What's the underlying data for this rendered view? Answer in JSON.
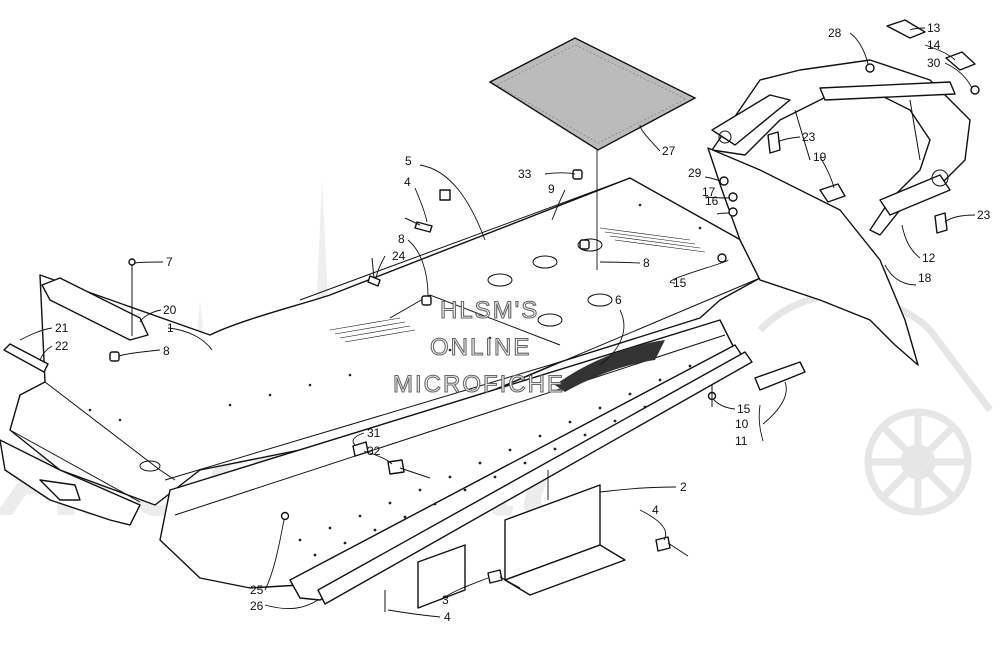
{
  "watermark": {
    "line1": "HLSM'S",
    "line2": "ONLINE",
    "line3": "MICROFICHE",
    "logo": "Arctic Cat"
  },
  "callouts": [
    {
      "id": "c1",
      "text": "1"
    },
    {
      "id": "c2",
      "text": "2"
    },
    {
      "id": "c3",
      "text": "3"
    },
    {
      "id": "c4a",
      "text": "4"
    },
    {
      "id": "c4b",
      "text": "4"
    },
    {
      "id": "c4c",
      "text": "4"
    },
    {
      "id": "c5",
      "text": "5"
    },
    {
      "id": "c6",
      "text": "6"
    },
    {
      "id": "c7",
      "text": "7"
    },
    {
      "id": "c8a",
      "text": "8"
    },
    {
      "id": "c8b",
      "text": "8"
    },
    {
      "id": "c8c",
      "text": "8"
    },
    {
      "id": "c9",
      "text": "9"
    },
    {
      "id": "c10",
      "text": "10"
    },
    {
      "id": "c11",
      "text": "11"
    },
    {
      "id": "c12",
      "text": "12"
    },
    {
      "id": "c13",
      "text": "13"
    },
    {
      "id": "c14",
      "text": "14"
    },
    {
      "id": "c15a",
      "text": "15"
    },
    {
      "id": "c15b",
      "text": "15"
    },
    {
      "id": "c16",
      "text": "16"
    },
    {
      "id": "c17",
      "text": "17"
    },
    {
      "id": "c18",
      "text": "18"
    },
    {
      "id": "c19",
      "text": "19"
    },
    {
      "id": "c20",
      "text": "20"
    },
    {
      "id": "c21",
      "text": "21"
    },
    {
      "id": "c22",
      "text": "22"
    },
    {
      "id": "c23a",
      "text": "23"
    },
    {
      "id": "c23b",
      "text": "23"
    },
    {
      "id": "c24",
      "text": "24"
    },
    {
      "id": "c25",
      "text": "25"
    },
    {
      "id": "c26",
      "text": "26"
    },
    {
      "id": "c27",
      "text": "27"
    },
    {
      "id": "c28",
      "text": "28"
    },
    {
      "id": "c29",
      "text": "29"
    },
    {
      "id": "c30",
      "text": "30"
    },
    {
      "id": "c31",
      "text": "31"
    },
    {
      "id": "c32",
      "text": "32"
    },
    {
      "id": "c33",
      "text": "33"
    }
  ]
}
